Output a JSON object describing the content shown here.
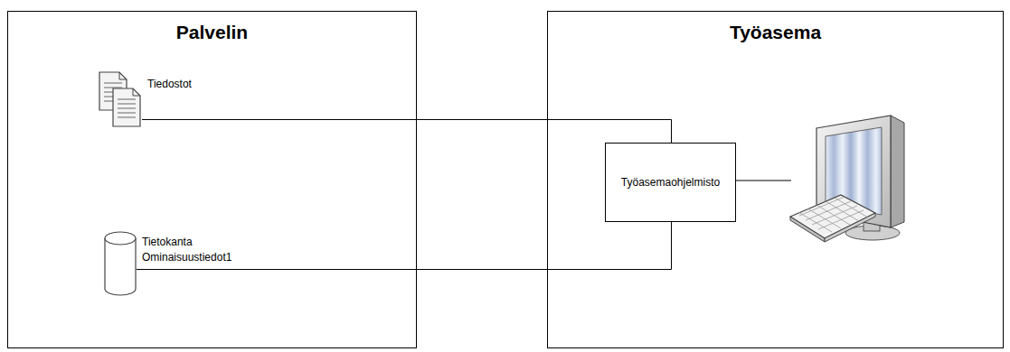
{
  "diagram": {
    "nodes": [
      {
        "text": [
          "Palvelin"
        ]
      },
      {
        "text": [
          "Tiedostot"
        ],
        "in": 0
      },
      {
        "text": [
          "Tietokanta Ominaisuustiedot1"
        ],
        "in": 0
      },
      {
        "text": [
          "Työasema"
        ]
      },
      {
        "text": [
          "Työasemaohjelmisto"
        ],
        "in": 3
      }
    ],
    "edges": [
      {
        "from": 1,
        "to": 4,
        "arrow": "none"
      },
      {
        "from": 2,
        "to": 4,
        "arrow": "none"
      }
    ]
  }
}
